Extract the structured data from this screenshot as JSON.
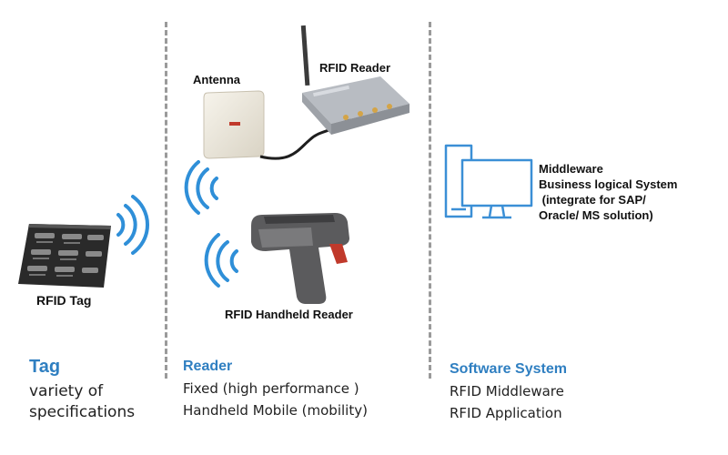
{
  "labels": {
    "antenna": "Antenna",
    "rfid_reader": "RFID Reader",
    "rfid_tag": "RFID Tag",
    "handheld_reader": "RFID Handheld Reader",
    "system_lines": [
      "Middleware",
      "Business logical System",
      " (integrate for SAP/",
      "Oracle/ MS solution)"
    ]
  },
  "sections": {
    "tag": {
      "heading": "Tag",
      "lines": [
        "variety of",
        "specifications"
      ]
    },
    "reader": {
      "heading": "Reader",
      "lines": [
        "Fixed (high performance )",
        "Handheld Mobile (mobility)"
      ]
    },
    "software": {
      "heading": "Software System",
      "lines": [
        "RFID Middleware",
        "RFID Application"
      ]
    }
  },
  "colors": {
    "heading_blue": "#2f7fc1",
    "wave_blue": "#2f8fd8",
    "divider_gray": "#9a9a9a",
    "monitor_blue": "#3b8fd6"
  },
  "icons": {
    "wave_tag": "rfid-signal-waves",
    "wave_antenna": "rfid-signal-waves",
    "wave_handheld": "rfid-signal-waves",
    "computer": "desktop-computer-icon"
  }
}
